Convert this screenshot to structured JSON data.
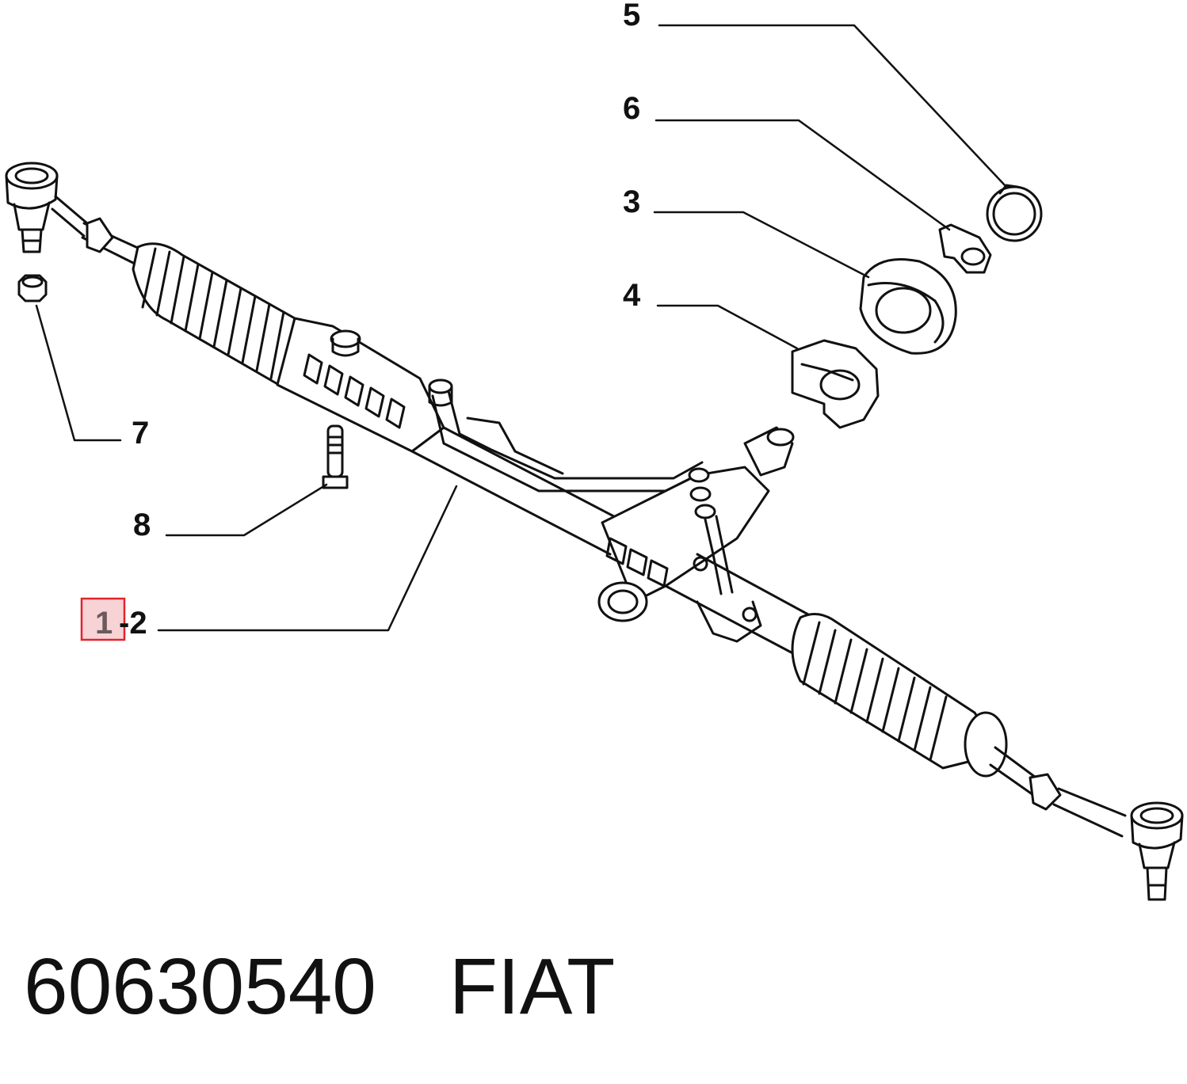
{
  "callouts": {
    "c1": "1",
    "c2": "-2",
    "c3": "3",
    "c4": "4",
    "c5": "5",
    "c6": "6",
    "c7": "7",
    "c8": "8"
  },
  "colors": {
    "line": "#111111",
    "highlight_border": "#e0242b",
    "highlight_fill": "#f7d3d6"
  },
  "caption": {
    "part_number": "60630540",
    "brand": "FIAT"
  }
}
